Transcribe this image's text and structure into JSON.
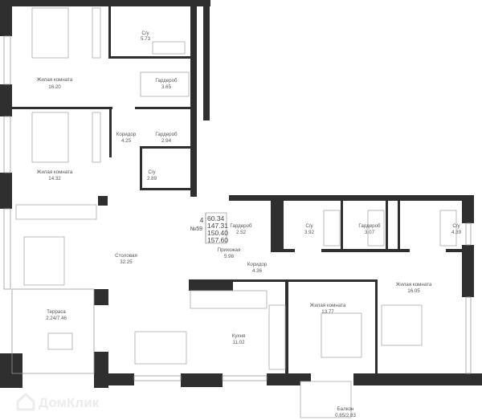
{
  "plan": {
    "info_box": {
      "rooms": "4",
      "number": "№59",
      "areas": [
        "60.34",
        "147.31",
        "150.40",
        "157.60"
      ]
    },
    "rooms": [
      {
        "name": "Жилая комната",
        "area": "16.20"
      },
      {
        "name": "С/у",
        "area": "5.73"
      },
      {
        "name": "Гардероб",
        "area": "3.65"
      },
      {
        "name": "Коридор",
        "area": "4.25"
      },
      {
        "name": "Гардероб",
        "area": "2.94"
      },
      {
        "name": "С/у",
        "area": "2.89"
      },
      {
        "name": "Жилая комната",
        "area": "14.32"
      },
      {
        "name": "Столовая",
        "area": "32.25"
      },
      {
        "name": "Прихожая",
        "area": "5.98"
      },
      {
        "name": "Гардероб",
        "area": "2.52"
      },
      {
        "name": "С/у",
        "area": "3.92"
      },
      {
        "name": "Гардероб",
        "area": "3.07"
      },
      {
        "name": "С/у",
        "area": "4.39"
      },
      {
        "name": "Коридор",
        "area": "4.36"
      },
      {
        "name": "Жилая комната",
        "area": "16.05"
      },
      {
        "name": "Жилая комната",
        "area": "13.77"
      },
      {
        "name": "Кухня",
        "area": "11.02"
      },
      {
        "name": "Терраса",
        "area": "2.24/7.46"
      },
      {
        "name": "Балкон",
        "area": "0.85/2.83"
      }
    ]
  },
  "watermark": "ДомКлик"
}
